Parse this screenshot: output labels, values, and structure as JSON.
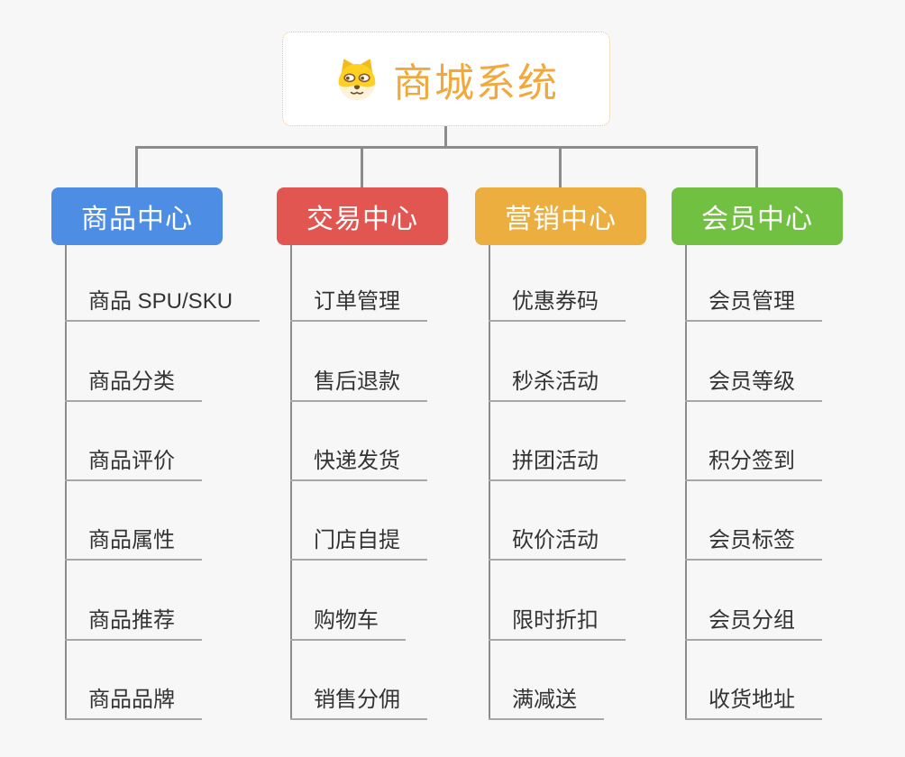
{
  "root": {
    "title": "商城系统",
    "icon": "dog-face-icon"
  },
  "branches": [
    {
      "label": "商品中心",
      "color": "#4d8de4",
      "items": [
        "商品 SPU/SKU",
        "商品分类",
        "商品评价",
        "商品属性",
        "商品推荐",
        "商品品牌"
      ]
    },
    {
      "label": "交易中心",
      "color": "#e25652",
      "items": [
        "订单管理",
        "售后退款",
        "快递发货",
        "门店自提",
        "购物车",
        "销售分佣"
      ]
    },
    {
      "label": "营销中心",
      "color": "#ecae3f",
      "items": [
        "优惠券码",
        "秒杀活动",
        "拼团活动",
        "砍价活动",
        "限时折扣",
        "满减送"
      ]
    },
    {
      "label": "会员中心",
      "color": "#72c041",
      "items": [
        "会员管理",
        "会员等级",
        "积分签到",
        "会员标签",
        "会员分组",
        "收货地址"
      ]
    }
  ],
  "palette": {
    "background": "#f7f7f7",
    "connector": "#8c8c8c",
    "underline": "#a8a8a8",
    "root_text": "#f2a93c",
    "root_border": "#f6c46f",
    "item_text": "#333333"
  }
}
